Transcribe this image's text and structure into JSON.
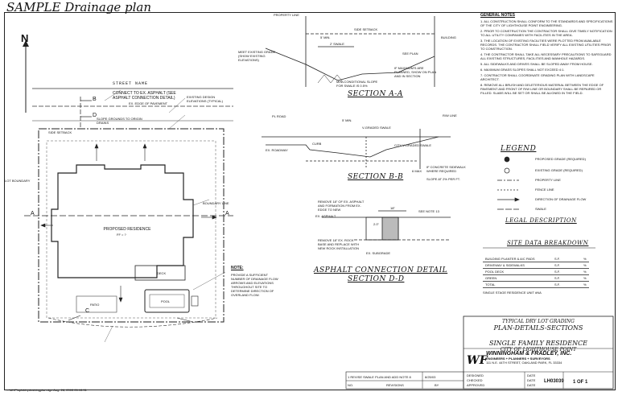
{
  "title": "SAMPLE Drainage plan",
  "plan": {
    "street_name": "STREET NAME",
    "north_label": "N",
    "setback_label": "SIDE SETBACK",
    "residence_label": "PROPOSED RESIDENCE",
    "residence_sub": "FF = ?",
    "pool_label": "POOL",
    "deck_label": "DECK",
    "patio_label": "PATIO",
    "lot_boundary_left": "LOT BOUNDARY",
    "lot_boundary_right": "BOUNDARY LINE",
    "label_a": "A",
    "label_b": "B",
    "label_c": "C",
    "label_d": "D",
    "file_path": "...\\UHP\\sploktrydrainingplan.dgn  Aug. 28, 2003  05:13:31",
    "connect_note": "CONNECT TO EX. ASPHALT (SEE ASPHALT CONNECTION DETAIL)",
    "slope_note": "SLOPE GROUNDS TO ORIGIN DRAINS",
    "easement": "EX. EDGE OF PAVEMENT",
    "grade_note": "EXISTING DESIGN ELEVATIONS (TYPICAL)",
    "note_head": "NOTE:",
    "note_text": "PROVIDE A SUFFICIENT NUMBER OF DRAINAGE FLOW ARROWS AND ELEVATIONS THROUGHOUT SITE TO DETERMINE DIRECTION OF OVERLAND FLOW."
  },
  "sections": {
    "a": "SECTION A-A",
    "b": "SECTION B-B",
    "d_title": "ASPHALT CONNECTION DETAIL",
    "d_sub": "SECTION D-D",
    "a_notes": [
      "PROPERTY LINE",
      "SIDE SETBACK",
      "5' MIN.",
      "2' SWALE",
      "MEET EXISTING GRADE (SHOW EXISTING ELEVATIONS)",
      "SEE PLAN",
      "MIN. CONDITIONAL SLOPE FOR SWALE IS 0.5%",
      "IF MAXIMUM'S ARE PLANNED, SHOW ON PLAN AND IN SECTION",
      "BUILDING"
    ],
    "b_notes": [
      "PL ROAD",
      "R/W LINE",
      "5' MIN.",
      "V-GRADED SWALE",
      "EX. ROADWAY",
      "CURB",
      "CITY V-GRADED SWALE",
      "6 MAX",
      "IF CONCRETE SIDEWALK WHERE REQUIRED",
      "SLOPE AT 2% PER FT."
    ],
    "d_notes": [
      "REMOVE 18\" OF EX. ASPHALT AND FORMATION FROM EX. EDGE TO NEW",
      "EX. ASPHALT",
      "18\"",
      "2.0\"",
      "SEE NOTE 13",
      "REMOVE 18\" EX. ROCK BASE AND REPLACE WITH NEW ROCK INSTALLATION",
      "EX. SUBGRADE"
    ]
  },
  "general_notes": {
    "heading": "GENERAL NOTES",
    "items": [
      "1. ALL CONSTRUCTION SHALL CONFORM TO THE STANDARDS AND SPECIFICATIONS OF THE CITY OF LIGHTHOUSE POINT ENGINEERING.",
      "2. PRIOR TO CONSTRUCTION THE CONTRACTOR SHALL GIVE TIMELY NOTIFICATION TO ALL UTILITY COMPANIES WITH FACILITIES IN THE AREA.",
      "3. THE LOCATION OF EXISTING FACILITIES WERE PLOTTED FROM AVAILABLE RECORDS. THE CONTRACTOR SHALL FIELD VERIFY ALL EXISTING UTILITIES PRIOR TO CONSTRUCTION.",
      "4. THE CONTRACTOR SHALL TAKE ALL NECESSARY PRECAUTIONS TO SAFEGUARD ALL EXISTING STRUCTURES, FACILITIES AND MANHOLE HAZARDS.",
      "5. ALL SIDEWALKS AND DRIVES SHALL BE SLOPED AWAY FROM HOUSE.",
      "6. MAXIMUM GRASS SLOPES SHALL NOT EXCEED 4:1.",
      "7. CONTRACTOR SHALL COORDINATE GRADING PLAN WITH LANDSCAPE ARCHITECT.",
      "8. REMOVE ALL BRUSH AND DELETERIOUS MATERIAL BETWEEN THE EDGE OF PAVEMENT AND FRONT OF R/W LINE OR BOUNDARY SHALL BE REPAIRED OR FILLED. SLABS WILL BE SET OR SHALL BE ALIGNED IN THE FIELD."
    ]
  },
  "legend": {
    "heading": "LEGEND",
    "items": [
      "PROPOSED GRADE (REQUIRED)",
      "EXISTING GRADE (REQUIRED)",
      "PROPERTY LINE",
      "FENCE LINE",
      "DIRECTION OF DRAINAGE FLOW",
      "SWALE"
    ]
  },
  "legal_description": "LEGAL DESCRIPTION",
  "site_data": {
    "heading": "SITE DATA BREAKDOWN",
    "rows": [
      [
        "BUILDING PLANTER & A/C PADS",
        "S.F.",
        "%"
      ],
      [
        "DRIVEWAY & SIDEWALKS",
        "S.F.",
        "%"
      ],
      [
        "POOL DECK",
        "S.F.",
        "%"
      ],
      [
        "GREEN",
        "S.F.",
        "%"
      ],
      [
        "TOTAL",
        "S.F.",
        "%"
      ]
    ],
    "footer": "SINGLE STAGE RESIDENCE UNIT #NA"
  },
  "title_block": {
    "line1": "TYPICAL DRY LOT GRADING",
    "line2": "PLAN-DETAILS-SECTIONS",
    "line3": "SINGLE FAMILY RESIDENCE",
    "line4": "CITY OF LIGHTHOUSE POINT",
    "firm": "WINNINGHAM & FRADLEY, INC.",
    "firm_sub": "ENGINEERS + PLANNERS + SURVEYORS",
    "firm_addr": "111 N.E. 44TH STREET, OAKLAND PARK, FL 33334",
    "drawn": "DESIGNED",
    "checked": "CHECKED",
    "approved": "APPROVED",
    "date_label": "DATE",
    "number": "LH03039",
    "sheet": "1 OF 1",
    "revision_row": "1   REVISE SWALE PLAN AND ADD NOTE 8",
    "revision_date": "8/25/03",
    "rev_label": "NO.",
    "rev_head": "REVISIONS",
    "by_label": "BY"
  }
}
